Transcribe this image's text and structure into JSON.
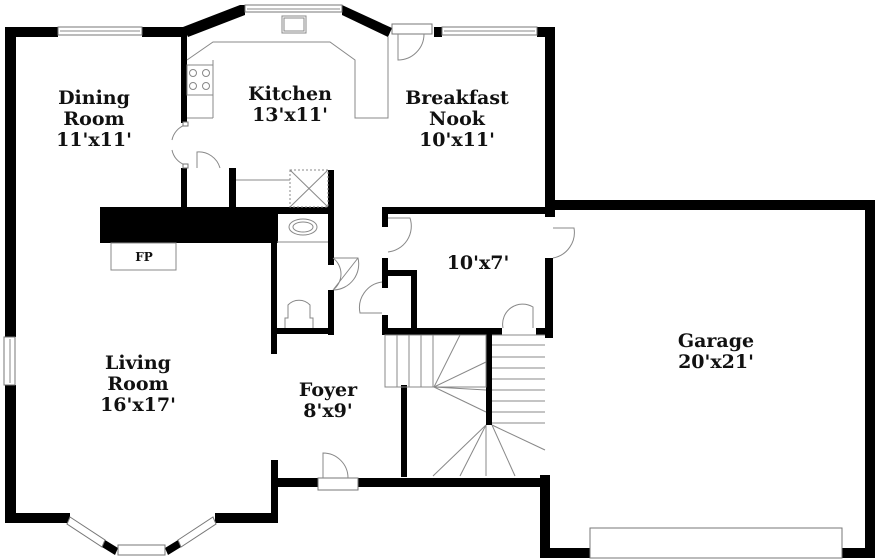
{
  "floorplan": {
    "rooms": [
      {
        "id": "dining",
        "name_lines": [
          "Dining",
          "Room"
        ],
        "dims": "11'x11'"
      },
      {
        "id": "kitchen",
        "name_lines": [
          "Kitchen"
        ],
        "dims": "13'x11'"
      },
      {
        "id": "breakfast",
        "name_lines": [
          "Breakfast",
          "Nook"
        ],
        "dims": "10'x11'"
      },
      {
        "id": "laundry",
        "name_lines": [],
        "dims": "10'x7'"
      },
      {
        "id": "living",
        "name_lines": [
          "Living",
          "Room"
        ],
        "dims": "16'x17'"
      },
      {
        "id": "foyer",
        "name_lines": [
          "Foyer"
        ],
        "dims": "8'x9'"
      },
      {
        "id": "garage",
        "name_lines": [
          "Garage"
        ],
        "dims": "20'x21'"
      }
    ],
    "fireplace_label": "FP",
    "colors": {
      "wall": "#000000",
      "fixture": "#888888",
      "background": "#ffffff"
    }
  }
}
